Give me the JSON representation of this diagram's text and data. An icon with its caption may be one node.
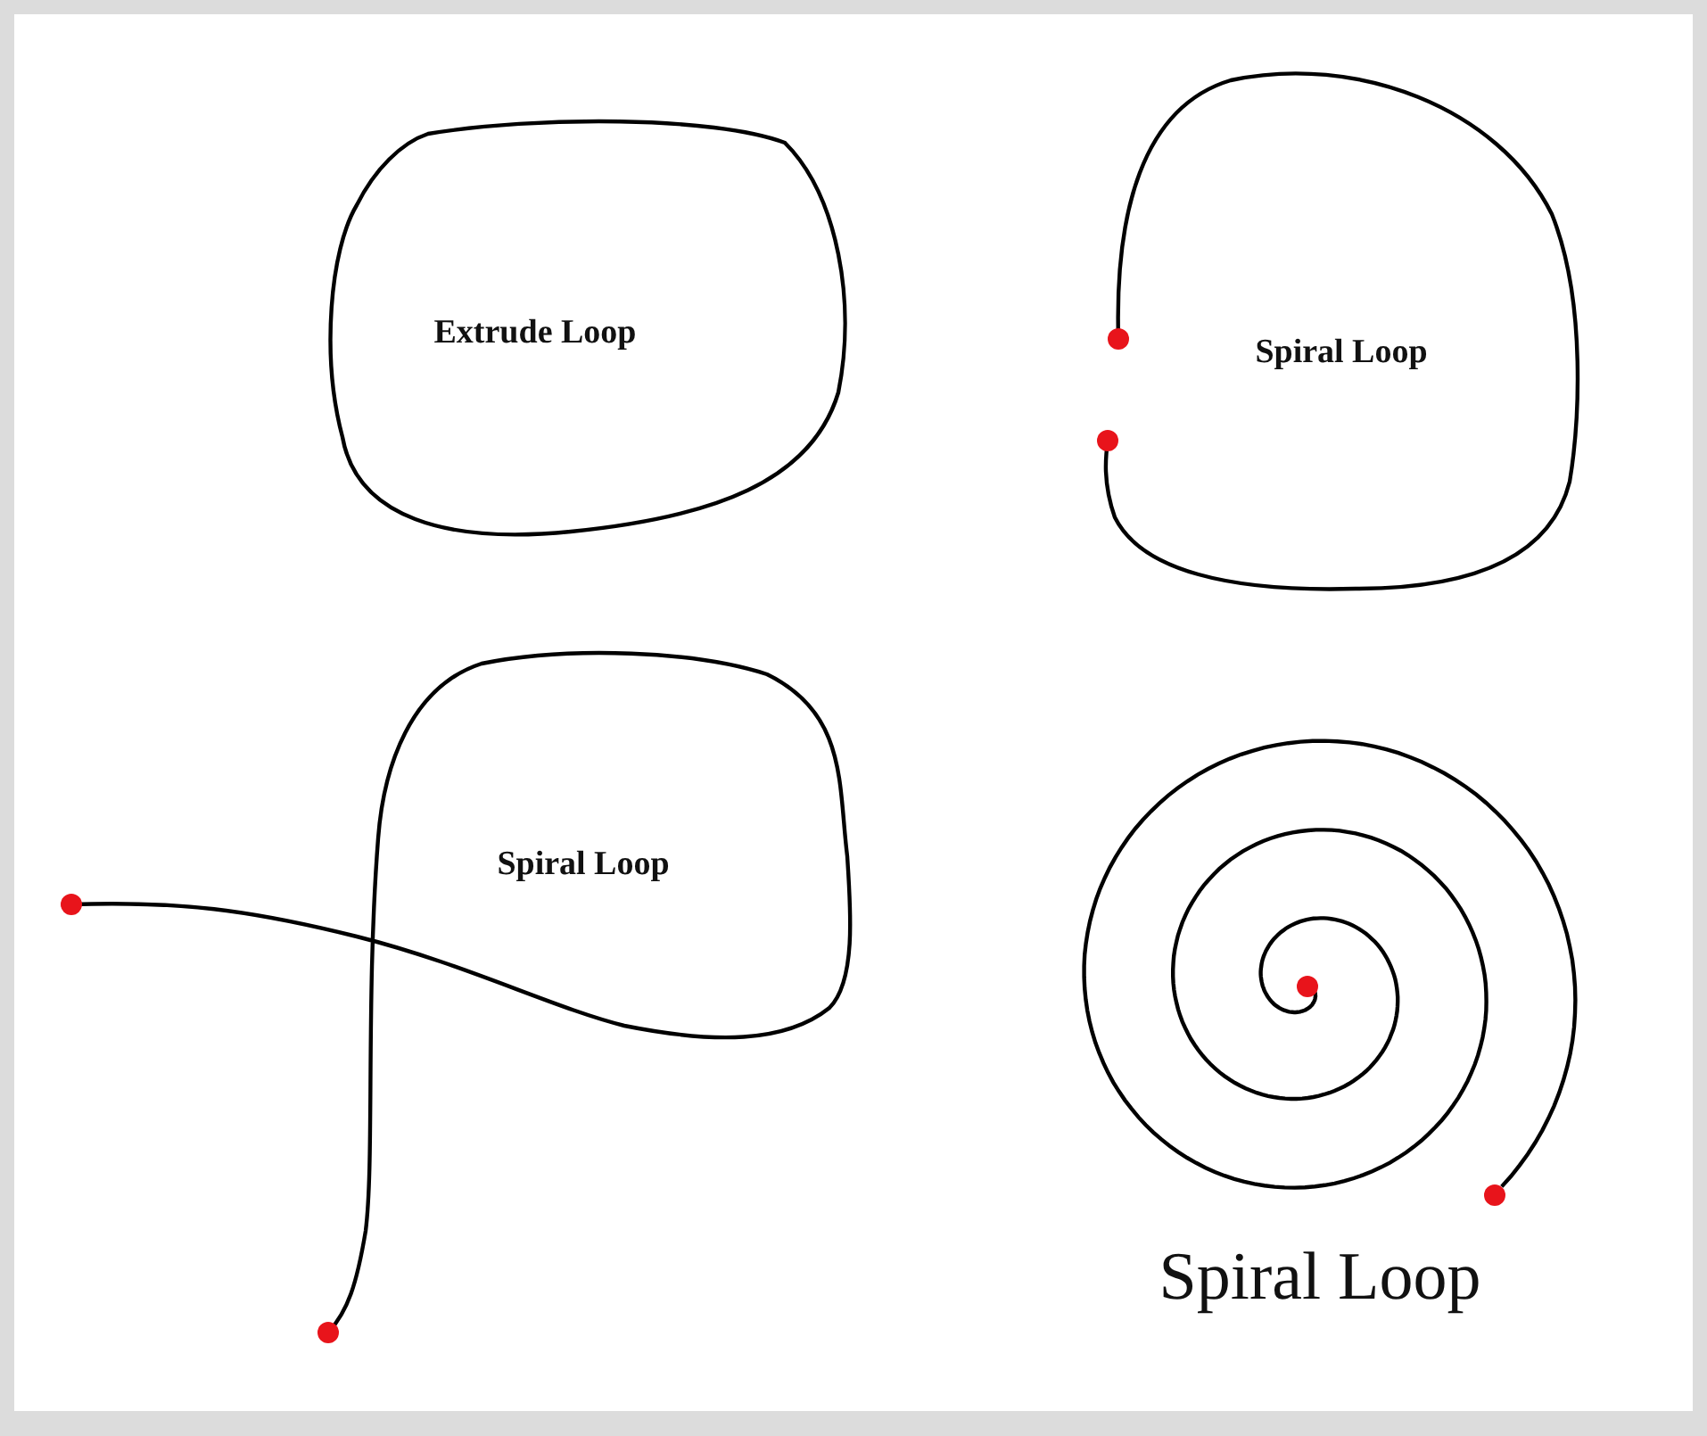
{
  "diagram": {
    "nodes": [
      {
        "text": [
          "Extrude Loop"
        ]
      },
      {
        "text": [
          "Spiral Loop"
        ]
      },
      {
        "text": [
          "Spiral Loop"
        ]
      },
      {
        "text": [
          "Spiral Loop"
        ]
      }
    ]
  }
}
